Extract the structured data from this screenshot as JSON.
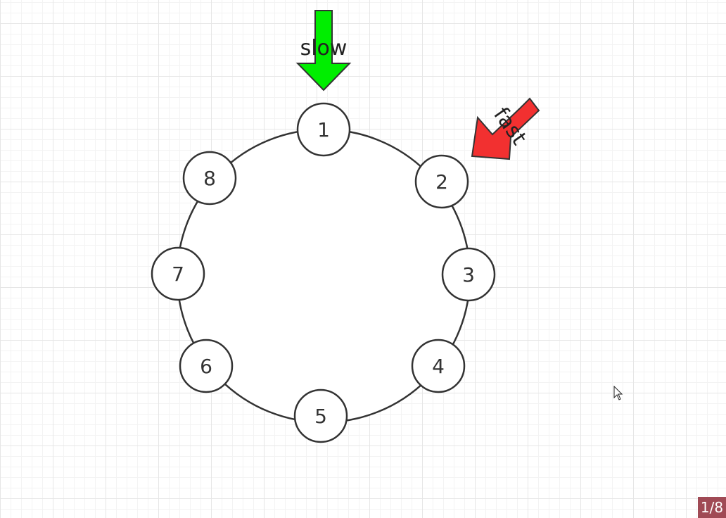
{
  "nodes": [
    {
      "id": "1",
      "label": "1"
    },
    {
      "id": "2",
      "label": "2"
    },
    {
      "id": "3",
      "label": "3"
    },
    {
      "id": "4",
      "label": "4"
    },
    {
      "id": "5",
      "label": "5"
    },
    {
      "id": "6",
      "label": "6"
    },
    {
      "id": "7",
      "label": "7"
    },
    {
      "id": "8",
      "label": "8"
    }
  ],
  "pointers": {
    "slow": {
      "label": "slow",
      "target": "1",
      "color": "#00ee00"
    },
    "fast": {
      "label": "fast",
      "target": "2",
      "color": "#f23030"
    }
  },
  "page_indicator": "1/8"
}
